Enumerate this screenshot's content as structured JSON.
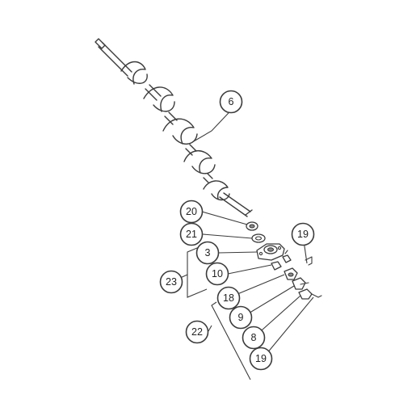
{
  "diagram": {
    "highlight_color": "#fbef4b",
    "line_color": "#3b3b3b",
    "callouts": [
      {
        "id": "c6",
        "label": "6",
        "highlighted": false
      },
      {
        "id": "c20",
        "label": "20",
        "highlighted": false
      },
      {
        "id": "c21",
        "label": "21",
        "highlighted": false
      },
      {
        "id": "c3",
        "label": "3",
        "highlighted": false
      },
      {
        "id": "c10",
        "label": "10",
        "highlighted": false
      },
      {
        "id": "c23",
        "label": "23",
        "highlighted": false
      },
      {
        "id": "c18",
        "label": "18",
        "highlighted": false
      },
      {
        "id": "c9",
        "label": "9",
        "highlighted": false
      },
      {
        "id": "c22",
        "label": "22",
        "highlighted": false
      },
      {
        "id": "c8",
        "label": "8",
        "highlighted": false
      },
      {
        "id": "c19b",
        "label": "19",
        "highlighted": false
      },
      {
        "id": "c19a",
        "label": "19",
        "highlighted": true
      }
    ]
  }
}
